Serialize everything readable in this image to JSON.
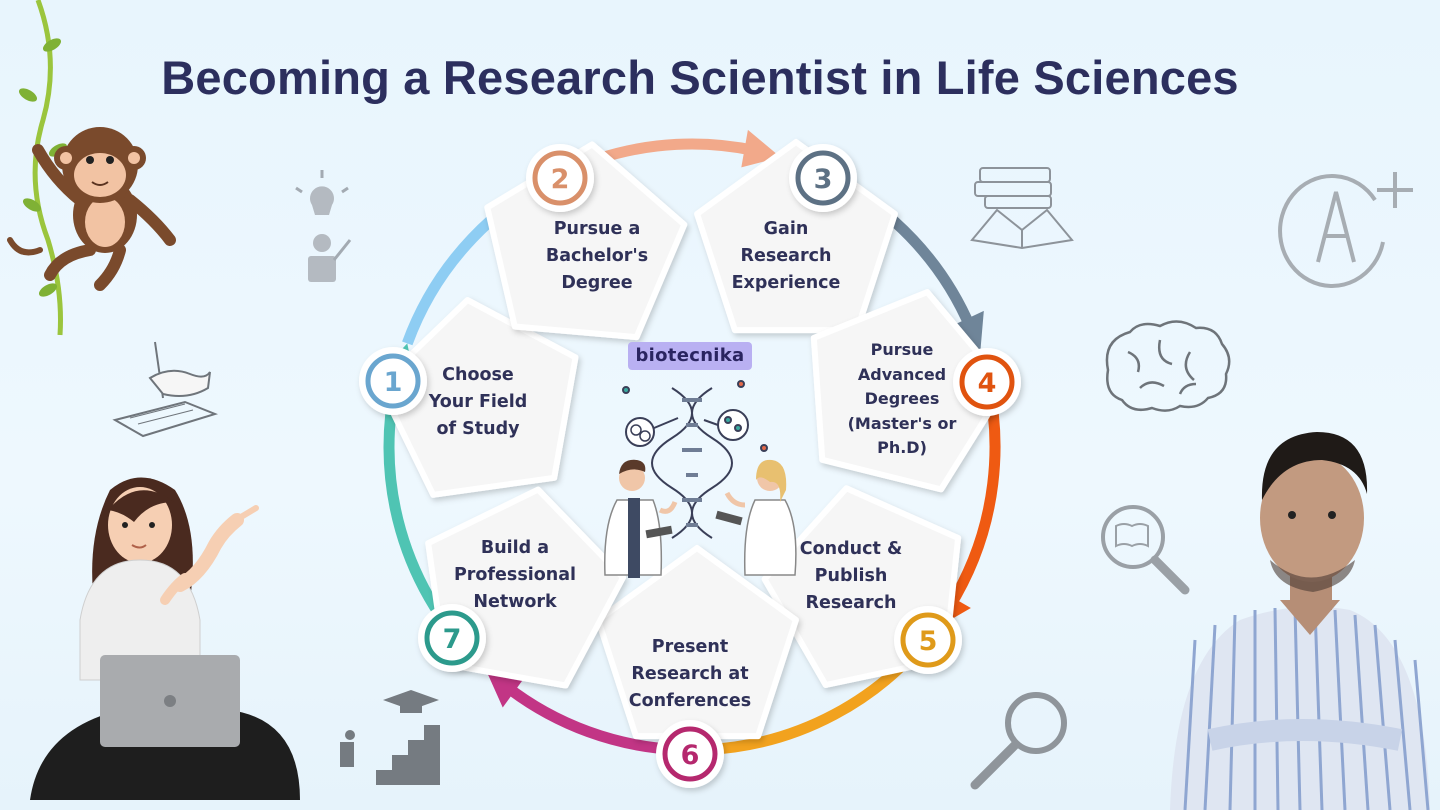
{
  "title": "Becoming a Research Scientist in Life Sciences",
  "logo_text": "biotecnika",
  "steps": [
    {
      "number": "1",
      "label": "Choose\nYour Field\nof Study",
      "color": "#6aa6cf"
    },
    {
      "number": "2",
      "label": "Pursue a\nBachelor's\nDegree",
      "color": "#d9906a"
    },
    {
      "number": "3",
      "label": "Gain\nResearch\nExperience",
      "color": "#5d7184"
    },
    {
      "number": "4",
      "label": "Pursue\nAdvanced\nDegrees\n(Master's or\nPh.D)",
      "color": "#e0530f"
    },
    {
      "number": "5",
      "label": "Conduct &\nPublish\nResearch",
      "color": "#df9a1a"
    },
    {
      "number": "6",
      "label": "Present\nResearch at\nConferences",
      "color": "#b5286e"
    },
    {
      "number": "7",
      "label": "Build a\nProfessional\nNetwork",
      "color": "#2c9a8c"
    }
  ],
  "arc_colors": [
    "#8ecdf3",
    "#f2a98a",
    "#6f8599",
    "#ef5a12",
    "#f2a21e",
    "#c23585",
    "#4fc4b3"
  ],
  "decor_icons": [
    "monkey-on-vine",
    "lightbulb-idea-icon",
    "books-icon",
    "grade-a-plus-icon",
    "writing-hand-icon",
    "brain-icon",
    "magnifier-book-icon",
    "magnifying-glass-icon",
    "graduation-stairs-icon",
    "dna-icon",
    "scientist-man",
    "scientist-woman",
    "woman-with-laptop",
    "man-arms-crossed"
  ]
}
